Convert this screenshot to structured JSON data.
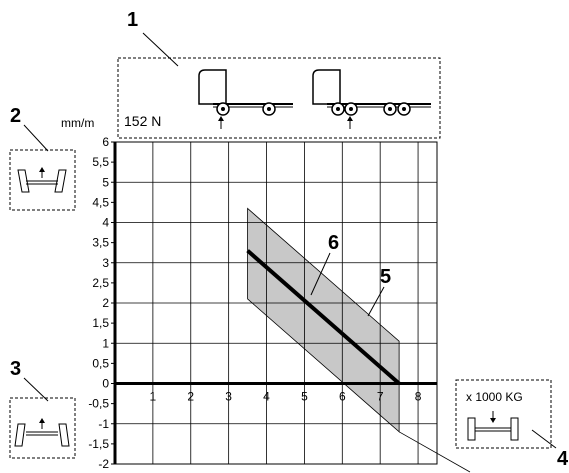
{
  "callouts": {
    "c1": "1",
    "c2": "2",
    "c3": "3",
    "c4": "4",
    "c5": "5",
    "c6": "6"
  },
  "force_label": "152 N",
  "y_unit": "mm/m",
  "x_unit": "x 1000 KG",
  "chart_data": {
    "type": "line",
    "x_ticks": [
      "1",
      "2",
      "3",
      "4",
      "5",
      "6",
      "7",
      "8"
    ],
    "y_ticks": [
      "6",
      "5,5",
      "5",
      "4,5",
      "4",
      "3,5",
      "3",
      "2,5",
      "2",
      "1,5",
      "1",
      "0,5",
      "0",
      "-0,5",
      "-1",
      "-1,5",
      "-2"
    ],
    "xlim": [
      0,
      8.5
    ],
    "ylim": [
      -2,
      6
    ],
    "xlabel": "x 1000 KG",
    "ylabel": "mm/m",
    "grid": true,
    "series": [
      {
        "x": [
          3.5,
          7.5
        ],
        "y": [
          3.3,
          0
        ]
      }
    ],
    "band": {
      "upper": {
        "x": [
          3.5,
          7.5
        ],
        "y": [
          4.35,
          1.05
        ]
      },
      "lower": {
        "x": [
          3.5,
          7.5
        ],
        "y": [
          2.1,
          -1.2
        ]
      }
    }
  }
}
